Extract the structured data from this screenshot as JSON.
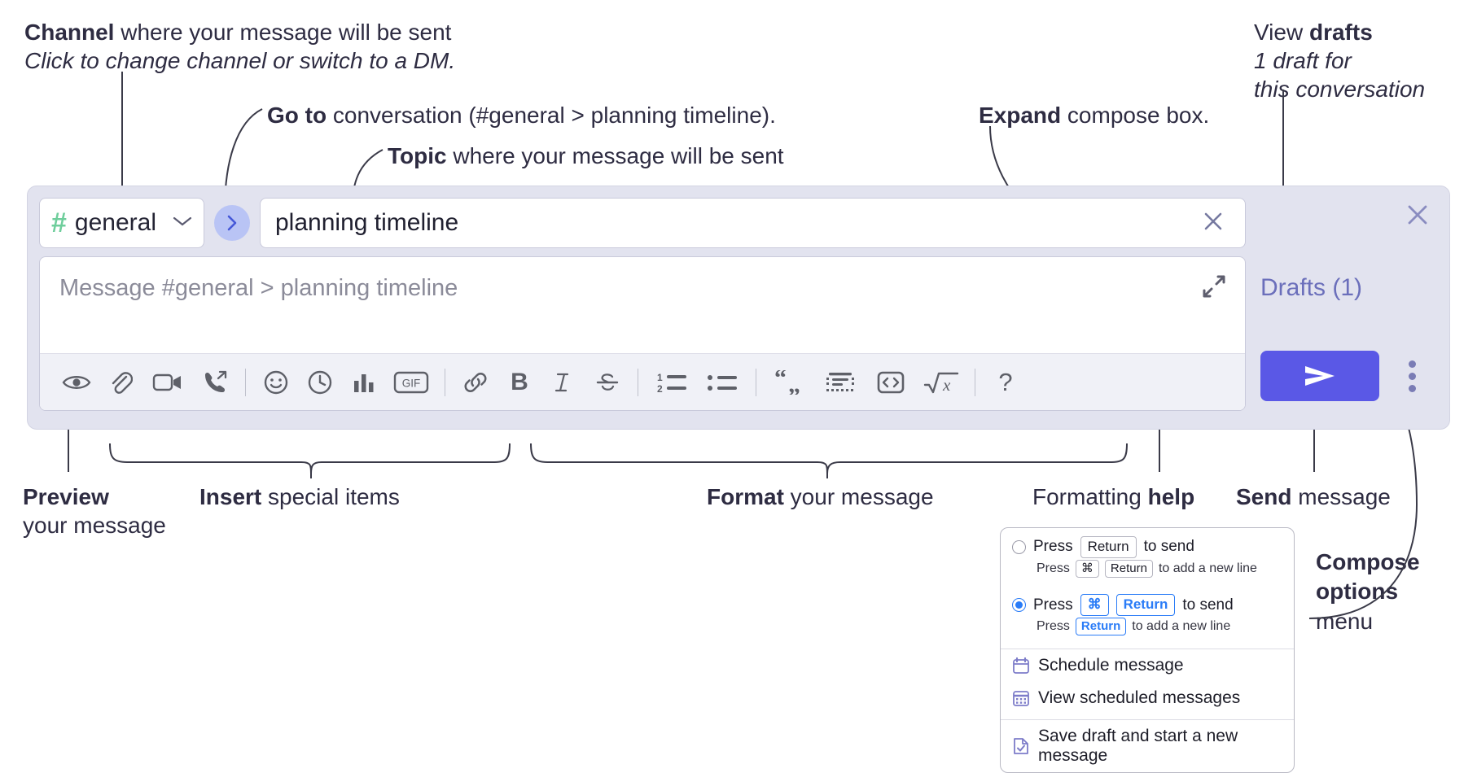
{
  "annotations": {
    "channel": {
      "bold": "Channel",
      "rest": " where your message will be sent",
      "italic": "Click to change channel or switch to a DM."
    },
    "goto": {
      "bold": "Go to",
      "rest": " conversation (#general > planning timeline)."
    },
    "topic": {
      "bold": "Topic",
      "rest": " where your message will be sent"
    },
    "expand": {
      "bold": "Expand",
      "rest": " compose box."
    },
    "drafts": {
      "bold_prefix": "View ",
      "bold": "drafts",
      "italic_line1": "1 draft for",
      "italic_line2": "this conversation"
    },
    "preview": {
      "bold": "Preview",
      "line2": "your message"
    },
    "insert": {
      "bold": "Insert",
      "rest": " special items"
    },
    "format": {
      "bold": "Format",
      "rest": " your message"
    },
    "help": {
      "prefix": "Formatting ",
      "bold": "help"
    },
    "send": {
      "bold": "Send",
      "rest": " message"
    },
    "compose_options": {
      "line1": "Compose",
      "line2": "options",
      "line3": "menu"
    }
  },
  "compose": {
    "channel": {
      "hash": "#",
      "name": "general",
      "chevron": "chevron-down"
    },
    "goto_button": "go-to-conversation",
    "topic": {
      "value": "planning timeline",
      "clear": "×"
    },
    "message": {
      "placeholder": "Message #general > planning timeline"
    },
    "expand_label": "expand",
    "toolbar": [
      {
        "name": "preview-icon",
        "label": "Preview"
      },
      {
        "name": "attachment-icon",
        "label": "Attach file"
      },
      {
        "name": "video-icon",
        "label": "Record video clip"
      },
      {
        "name": "audio-call-icon",
        "label": "Record audio clip"
      },
      {
        "name": "divider",
        "label": ""
      },
      {
        "name": "emoji-icon",
        "label": "Emoji"
      },
      {
        "name": "clock-icon",
        "label": "Schedule"
      },
      {
        "name": "poll-icon",
        "label": "Poll"
      },
      {
        "name": "gif-icon",
        "label": "GIF"
      },
      {
        "name": "divider",
        "label": ""
      },
      {
        "name": "link-icon",
        "label": "Link"
      },
      {
        "name": "bold-icon",
        "label": "B"
      },
      {
        "name": "italic-icon",
        "label": "I"
      },
      {
        "name": "strikethrough-icon",
        "label": "S"
      },
      {
        "name": "divider",
        "label": ""
      },
      {
        "name": "ordered-list-icon",
        "label": "Ordered list"
      },
      {
        "name": "bulleted-list-icon",
        "label": "Bulleted list"
      },
      {
        "name": "divider",
        "label": ""
      },
      {
        "name": "blockquote-icon",
        "label": "Blockquote"
      },
      {
        "name": "code-block-icon",
        "label": "Code block"
      },
      {
        "name": "inline-code-icon",
        "label": "Inline code"
      },
      {
        "name": "latex-icon",
        "label": "LaTeX"
      },
      {
        "name": "divider",
        "label": ""
      },
      {
        "name": "help-icon",
        "label": "?"
      }
    ],
    "right": {
      "close": "×",
      "drafts_label": "Drafts (1)",
      "send_label": "send-arrow",
      "kebab_label": "compose-options"
    }
  },
  "popup": {
    "option1": {
      "selected": false,
      "press": "Press",
      "key": "Return",
      "suffix": "to send",
      "sub_press": "Press",
      "sub_key1": "⌘",
      "sub_key2": "Return",
      "sub_suffix": "to add a new line"
    },
    "option2": {
      "selected": true,
      "press": "Press",
      "key1": "⌘",
      "key2": "Return",
      "suffix": "to send",
      "sub_press": "Press",
      "sub_key": "Return",
      "sub_suffix": "to add a new line"
    },
    "menu": [
      {
        "icon": "calendar-icon",
        "label": "Schedule message"
      },
      {
        "icon": "calendar-grid-icon",
        "label": "View scheduled messages"
      },
      {
        "icon": "save-draft-icon",
        "label": "Save draft and start a new message"
      }
    ]
  },
  "colors": {
    "accent_send": "#5a58e6",
    "channel_hash": "#6fce9c",
    "goto_bg": "#b9c4f5",
    "drafts_text": "#6b6fbb",
    "compose_bg": "#e2e3ef",
    "key_blue": "#2a7cf7"
  }
}
